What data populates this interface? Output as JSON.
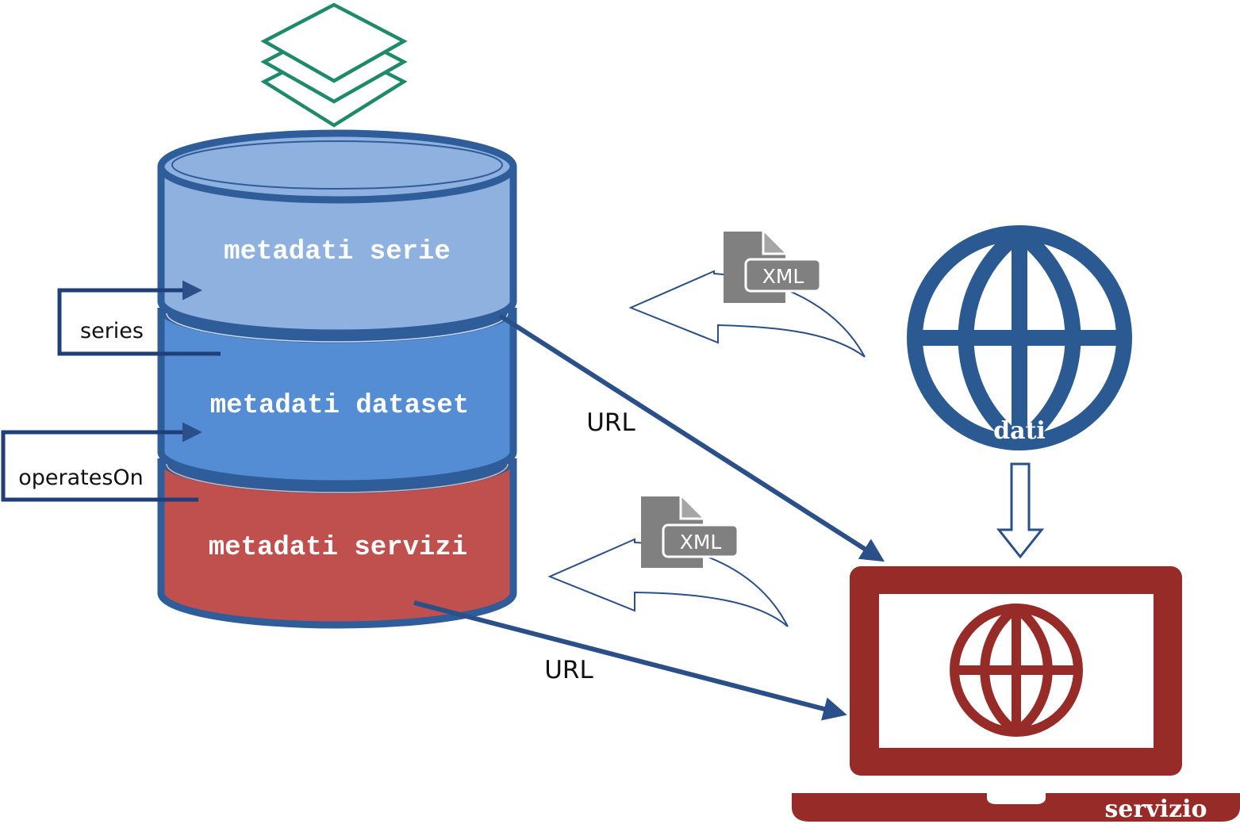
{
  "database": {
    "layers": [
      {
        "id": "serie",
        "label": "metadati serie",
        "color": "#8eb1e0"
      },
      {
        "id": "dataset",
        "label": "metadati dataset",
        "color": "#548dd4"
      },
      {
        "id": "servizi",
        "label": "metadati servizi",
        "color": "#c0504d"
      }
    ],
    "outline_color": "#2f5d99"
  },
  "relations": {
    "series": "series",
    "operates_on": "operatesOn"
  },
  "links": {
    "url_dataset": "URL",
    "url_servizi": "URL"
  },
  "xml_docs": {
    "top": "XML",
    "bottom": "XML"
  },
  "globe": {
    "label": "dati",
    "color": "#2b5a93"
  },
  "laptop": {
    "label": "servizio",
    "color": "#962b28"
  },
  "icons": {
    "stack": "layers-stack-icon",
    "globe": "globe-icon",
    "xml": "xml-file-icon",
    "laptop": "laptop-icon"
  },
  "colors": {
    "stack_icon": "#1f8a6b",
    "xml_icon": "#808080",
    "arrow": "#2a4f89"
  }
}
